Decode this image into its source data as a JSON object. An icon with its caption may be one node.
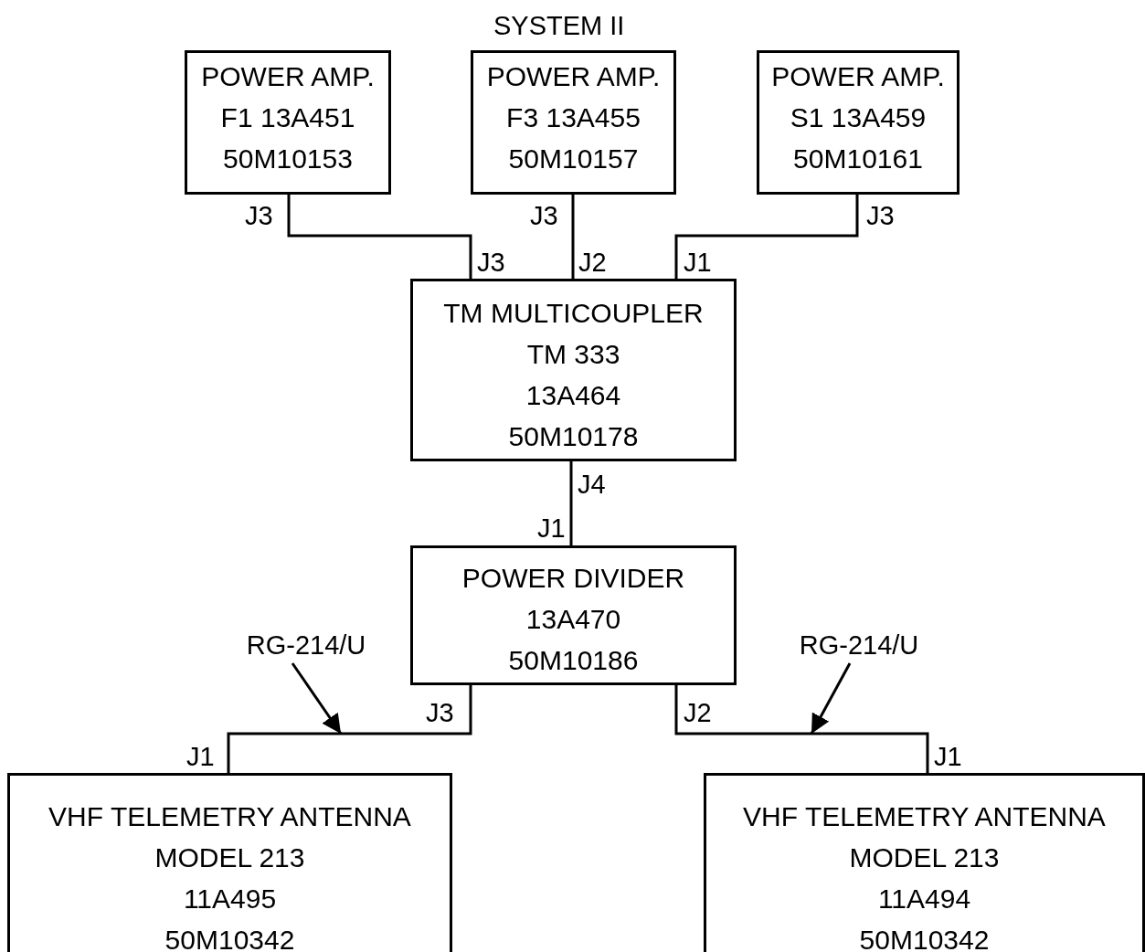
{
  "diagram": {
    "title": "SYSTEM II",
    "nodes": [
      {
        "text": [
          "POWER AMP.",
          "F1 13A451",
          "50M10153"
        ]
      },
      {
        "text": [
          "POWER AMP.",
          "F3 13A455",
          "50M10157"
        ]
      },
      {
        "text": [
          "POWER AMP.",
          "S1 13A459",
          "50M10161"
        ]
      },
      {
        "text": [
          "TM MULTICOUPLER",
          "TM 333",
          "13A464",
          "50M10178"
        ]
      },
      {
        "text": [
          "POWER DIVIDER",
          "13A470",
          "50M10186"
        ]
      },
      {
        "text": [
          "VHF TELEMETRY ANTENNA",
          "MODEL 213",
          "11A495",
          "50M10342"
        ]
      },
      {
        "text": [
          "VHF TELEMETRY ANTENNA",
          "MODEL 213",
          "11A494",
          "50M10342"
        ]
      },
      {
        "text": [
          "RG-214/U"
        ]
      },
      {
        "text": [
          "RG-214/U"
        ]
      }
    ],
    "edges": [
      {
        "from": 0,
        "to": 3,
        "arrow": "none"
      },
      {
        "from": 1,
        "to": 3,
        "arrow": "none"
      },
      {
        "from": 2,
        "to": 3,
        "arrow": "none"
      },
      {
        "from": 3,
        "to": 4,
        "arrow": "none"
      },
      {
        "from": 4,
        "to": 5,
        "arrow": "none"
      },
      {
        "from": 4,
        "to": 6,
        "arrow": "none"
      },
      {
        "from": 7,
        "to": null,
        "arrow": "to"
      },
      {
        "from": 8,
        "to": null,
        "arrow": "to"
      }
    ],
    "labels": [
      "J3",
      "J3",
      "J3",
      "J3",
      "J2",
      "J1",
      "J4",
      "J1",
      "J3",
      "J2",
      "J1",
      "J1"
    ]
  }
}
